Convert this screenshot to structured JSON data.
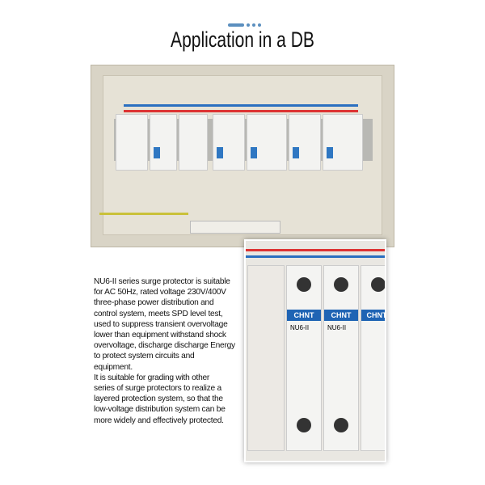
{
  "header": {
    "title": "Application in a DB",
    "accent_color": "#5b8fbf"
  },
  "photos": {
    "inset_brand_labels": [
      "CHNT",
      "CHNT",
      "CHNT"
    ],
    "inset_model_labels": [
      "NU6-II",
      "NU6-II"
    ]
  },
  "description": {
    "lines": [
      "NU6-II series surge protector is suitable",
      "for AC 50Hz, rated voltage 230V/400V",
      "three-phase power distribution and",
      "control system, meets SPD level test,",
      "used to suppress transient overvoltage",
      "lower than equipment withstand shock",
      "overvoltage, discharge discharge Energy",
      "to protect system circuits and",
      "equipment.",
      "It is suitable for grading with other",
      "series of surge protectors to realize a",
      "layered protection system, so that the",
      "low-voltage distribution system can be",
      "more widely and effectively protected."
    ]
  }
}
